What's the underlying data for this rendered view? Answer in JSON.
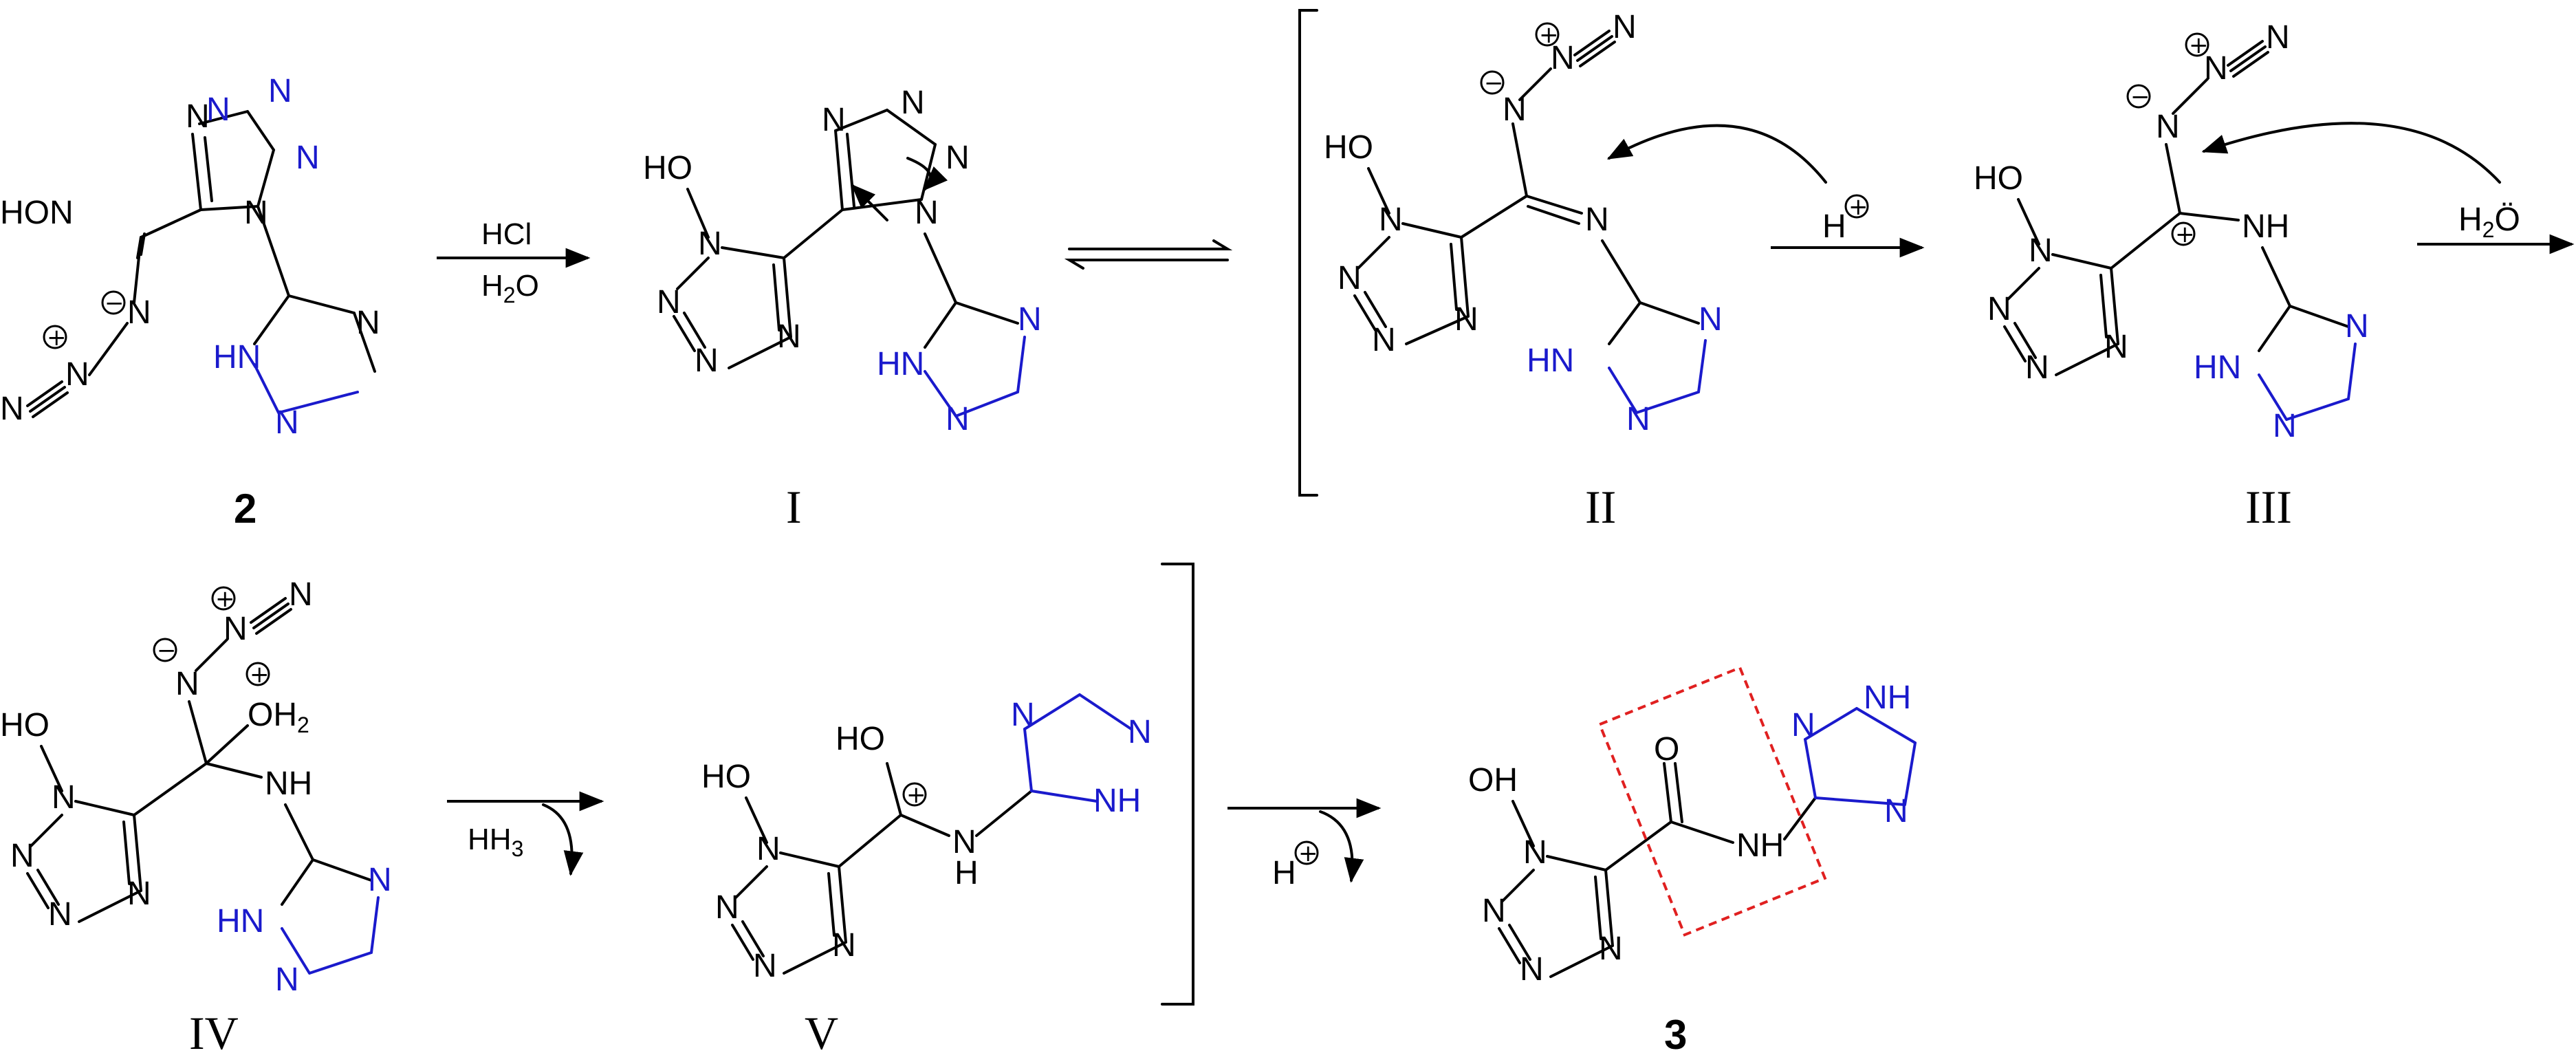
{
  "compounds": [
    {
      "id": "c2",
      "label": "2"
    },
    {
      "id": "cI",
      "label": "I"
    },
    {
      "id": "cII",
      "label": "II"
    },
    {
      "id": "cIII",
      "label": "III"
    },
    {
      "id": "cIV",
      "label": "IV"
    },
    {
      "id": "cV",
      "label": "V"
    },
    {
      "id": "c3",
      "label": "3"
    }
  ],
  "atoms": {
    "HON": "HON",
    "HO": "HO",
    "N": "N",
    "NH": "NH",
    "HN": "HN",
    "H": "H",
    "O": "O",
    "OH": "OH",
    "OH2": "OH",
    "sub2": "2",
    "sub3": "3"
  },
  "reagents": {
    "step1_top": "HCl",
    "step1_bottom": "H",
    "step1_bottom_tail": "O",
    "step1_bottom_sub": "2",
    "proton": "H",
    "water": "H",
    "water_sub": "2",
    "water_tail": "Ö",
    "hn3": "HH",
    "hn3_sub": "3"
  },
  "charges": {
    "plus": "+",
    "minus": "−"
  },
  "colors": {
    "ink": "#000000",
    "heteroatom": "#1a1acc",
    "highlight": "#e02020"
  }
}
